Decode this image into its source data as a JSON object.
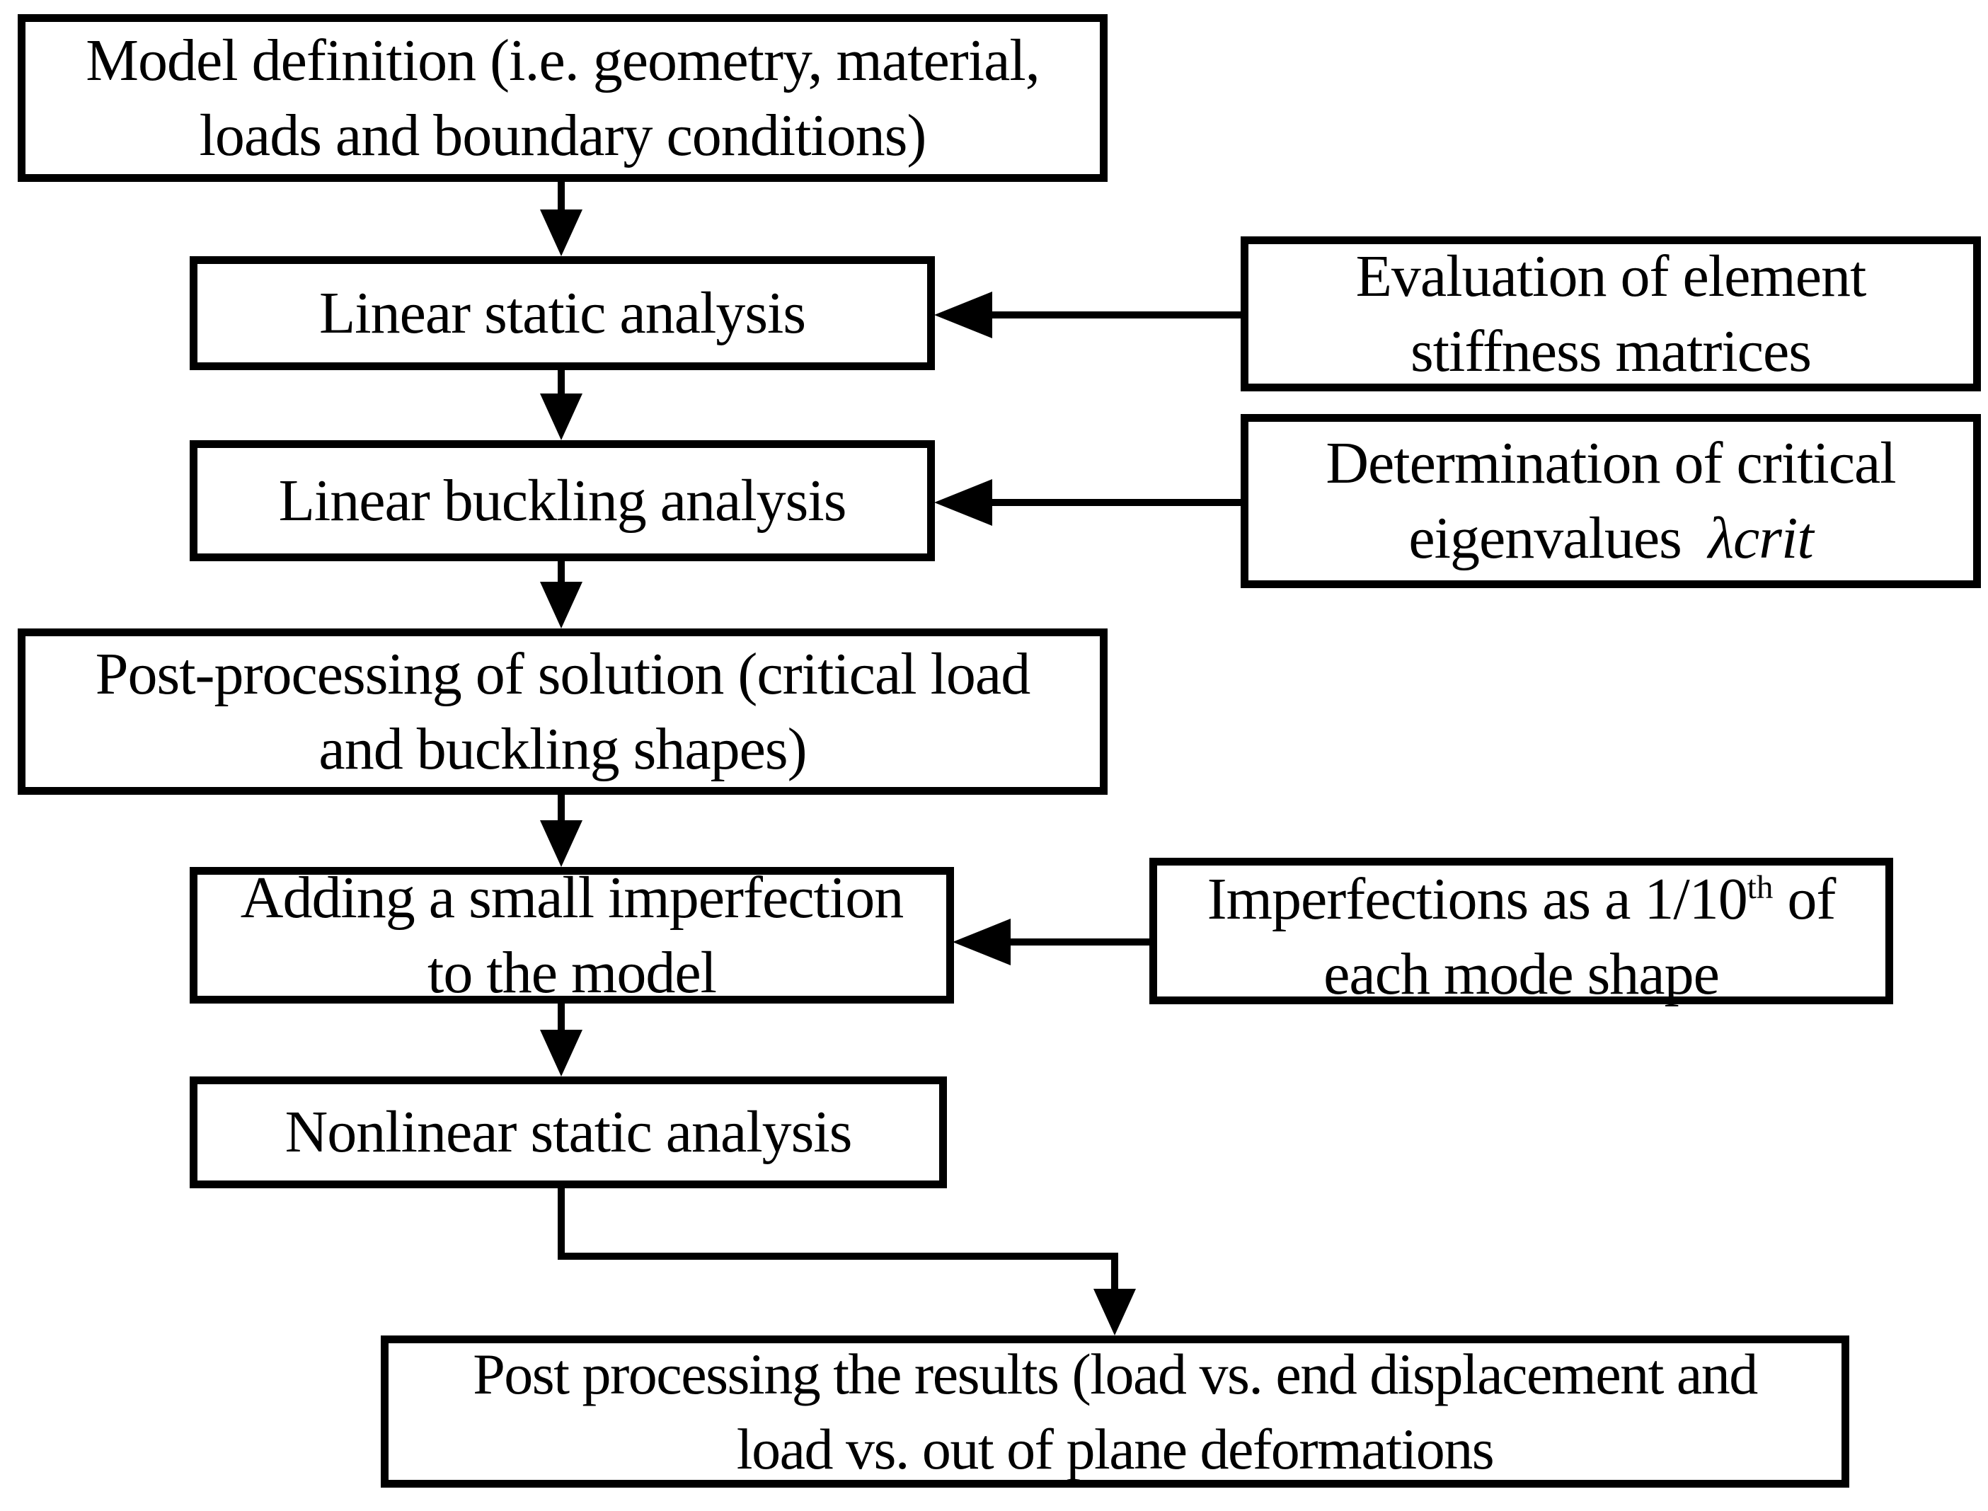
{
  "colors": {
    "stroke": "#000000",
    "background": "#ffffff",
    "text": "#000000"
  },
  "nodes": {
    "model_definition": {
      "lines": [
        "Model definition (i.e. geometry, material,",
        "loads and boundary conditions)"
      ]
    },
    "linear_static": {
      "label": "Linear static analysis"
    },
    "evaluation_stiffness": {
      "lines": [
        "Evaluation of element",
        "stiffness matrices"
      ]
    },
    "linear_buckling": {
      "label": "Linear buckling analysis"
    },
    "determination_eigenvalues": {
      "line1": "Determination of critical",
      "line2_prefix": "eigenvalues",
      "line2_symbol": "λcrit"
    },
    "post_processing_solution": {
      "lines": [
        "Post-processing of solution (critical load",
        "and buckling shapes)"
      ]
    },
    "adding_imperfection": {
      "lines": [
        "Adding a small imperfection",
        "to the model"
      ]
    },
    "imperfections_mode_shape": {
      "line1_prefix": "Imperfections as a 1/10",
      "line1_sup": "th",
      "line1_suffix": " of",
      "line2": "each mode shape"
    },
    "nonlinear_static": {
      "label": "Nonlinear static analysis"
    },
    "post_processing_results": {
      "lines": [
        "Post processing the results (load vs. end displacement and",
        "load vs. out of plane deformations"
      ]
    }
  },
  "edges": [
    {
      "from": "model_definition",
      "to": "linear_static"
    },
    {
      "from": "evaluation_stiffness",
      "to": "linear_static"
    },
    {
      "from": "linear_static",
      "to": "linear_buckling"
    },
    {
      "from": "determination_eigenvalues",
      "to": "linear_buckling"
    },
    {
      "from": "linear_buckling",
      "to": "post_processing_solution"
    },
    {
      "from": "post_processing_solution",
      "to": "adding_imperfection"
    },
    {
      "from": "imperfections_mode_shape",
      "to": "adding_imperfection"
    },
    {
      "from": "adding_imperfection",
      "to": "nonlinear_static"
    },
    {
      "from": "nonlinear_static",
      "to": "post_processing_results"
    }
  ]
}
